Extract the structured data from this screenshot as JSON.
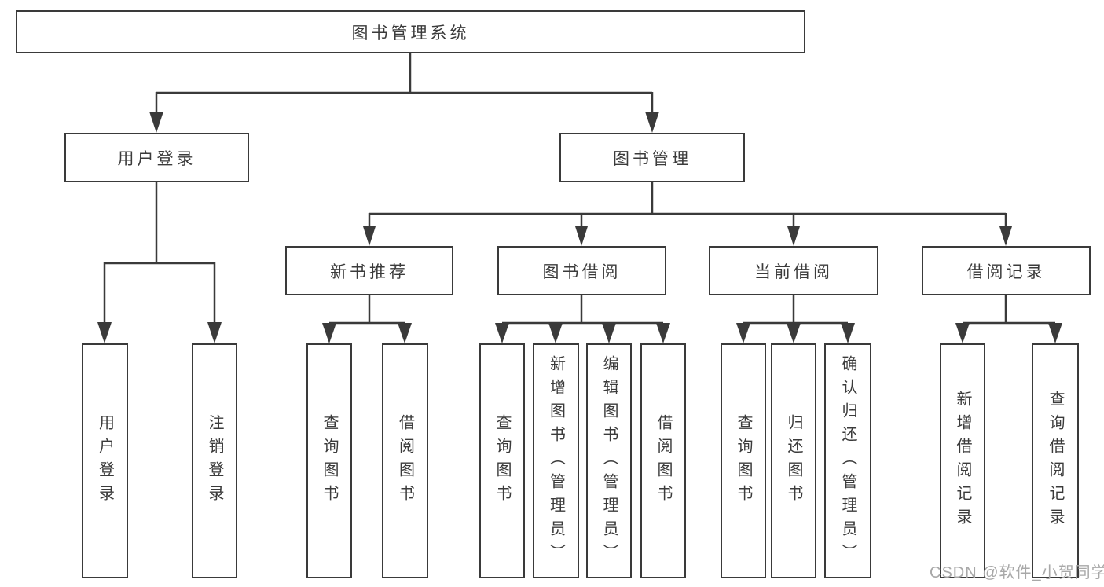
{
  "diagram": {
    "title": "图书管理系统",
    "root": {
      "label": "图书管理系统"
    },
    "level2": [
      {
        "label": "用户登录"
      },
      {
        "label": "图书管理"
      }
    ],
    "level3": [
      {
        "label": "新书推荐"
      },
      {
        "label": "图书借阅"
      },
      {
        "label": "当前借阅"
      },
      {
        "label": "借阅记录"
      }
    ],
    "leaves": [
      {
        "label": "用户登录"
      },
      {
        "label": "注销登录"
      },
      {
        "label": "查询图书"
      },
      {
        "label": "借阅图书"
      },
      {
        "label": "查询图书"
      },
      {
        "label": "新增图书（管理员）"
      },
      {
        "label": "编辑图书（管理员）"
      },
      {
        "label": "借阅图书"
      },
      {
        "label": "查询图书"
      },
      {
        "label": "归还图书"
      },
      {
        "label": "确认归还（管理员）"
      },
      {
        "label": "新增借阅记录"
      },
      {
        "label": "查询借阅记录"
      }
    ],
    "watermark": "CSDN @软件_小贺同学",
    "colors": {
      "line": "#3a3a3a",
      "text": "#3b3b3b",
      "watermark": "#a8a8a8",
      "background": "#ffffff"
    }
  }
}
